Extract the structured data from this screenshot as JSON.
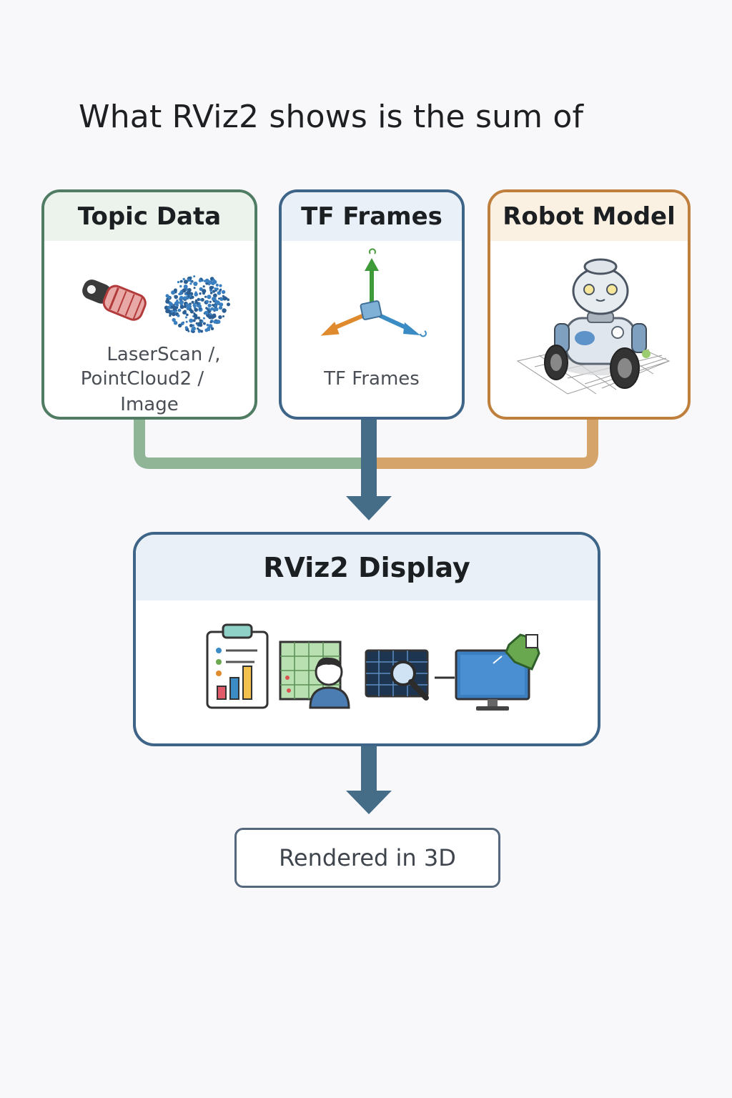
{
  "title": "What RViz2 shows is the sum of",
  "inputs": {
    "topic": {
      "header": "Topic Data",
      "caption_lines": [
        "LaserScan /,",
        "PointCloud2 /",
        "Image"
      ]
    },
    "tf": {
      "header": "TF Frames",
      "caption": "TF Frames"
    },
    "robot": {
      "header": "Robot Model"
    }
  },
  "display": {
    "header": "RViz2 Display",
    "icons": [
      "clipboard-chart-icon",
      "map-grid-person-icon",
      "grid-magnifier-icon",
      "monitor-cursor-icon"
    ]
  },
  "output": {
    "label": "Rendered in 3D"
  },
  "colors": {
    "topic": "#4f7c63",
    "tf": "#3e6487",
    "robot": "#c0803d",
    "green_link": "#8fb596",
    "orange_link": "#d4a46a",
    "main_link": "#456d87"
  }
}
